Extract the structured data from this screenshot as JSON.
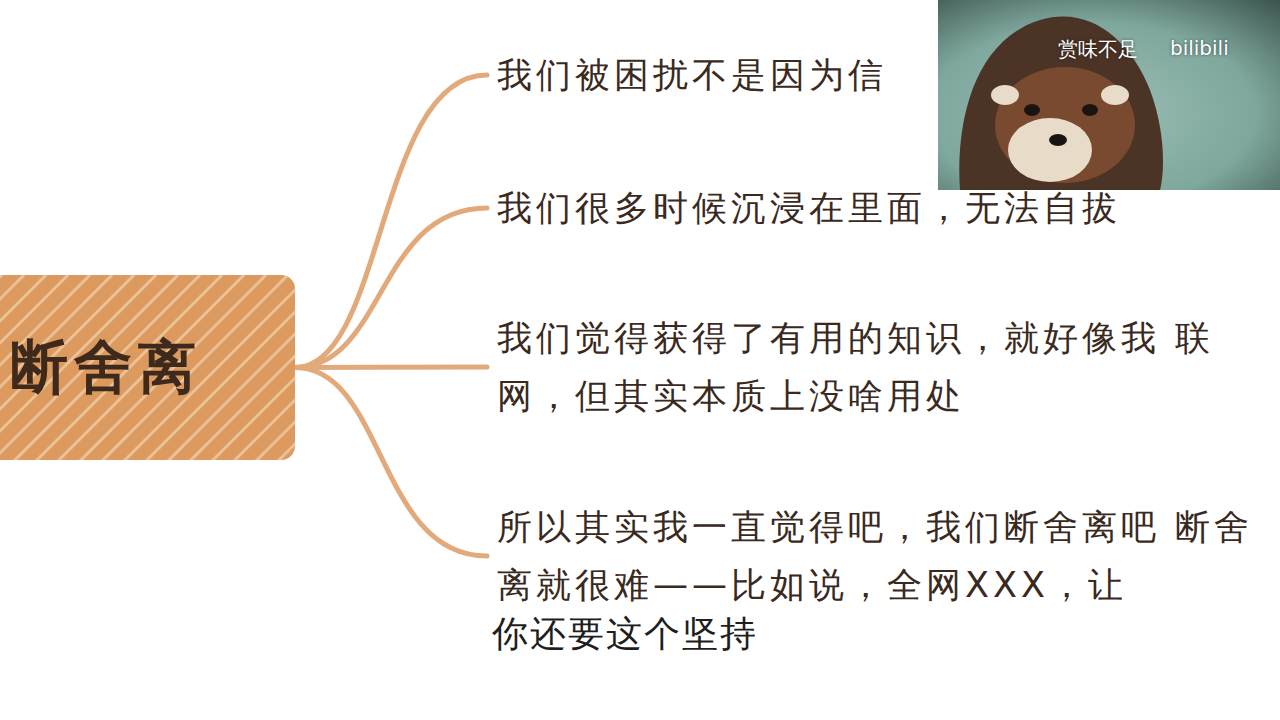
{
  "diagram": {
    "nodes": [
      {
        "text": [
          "断舍离"
        ]
      },
      {
        "text": [
          "我们被困扰不是因为信"
        ]
      },
      {
        "text": [
          "我们很多时候沉浸在里面，无法自拔"
        ]
      },
      {
        "text": [
          "我们觉得获得了有用的知识，就好像我 联网，但其实本质上没啥用处"
        ]
      },
      {
        "text": [
          "所以其实我一直觉得吧，我们断舍离吧 断舍离就很难——比如说，全网XXX，让"
        ]
      }
    ],
    "edges": [
      {
        "from": 0,
        "to": 1,
        "arrow": "none"
      },
      {
        "from": 0,
        "to": 2,
        "arrow": "none"
      },
      {
        "from": 0,
        "to": 3,
        "arrow": "none"
      },
      {
        "from": 0,
        "to": 4,
        "arrow": "none"
      }
    ],
    "labels": [
      "你还要这个坚持",
      "赏味不足",
      "bilibili"
    ]
  }
}
